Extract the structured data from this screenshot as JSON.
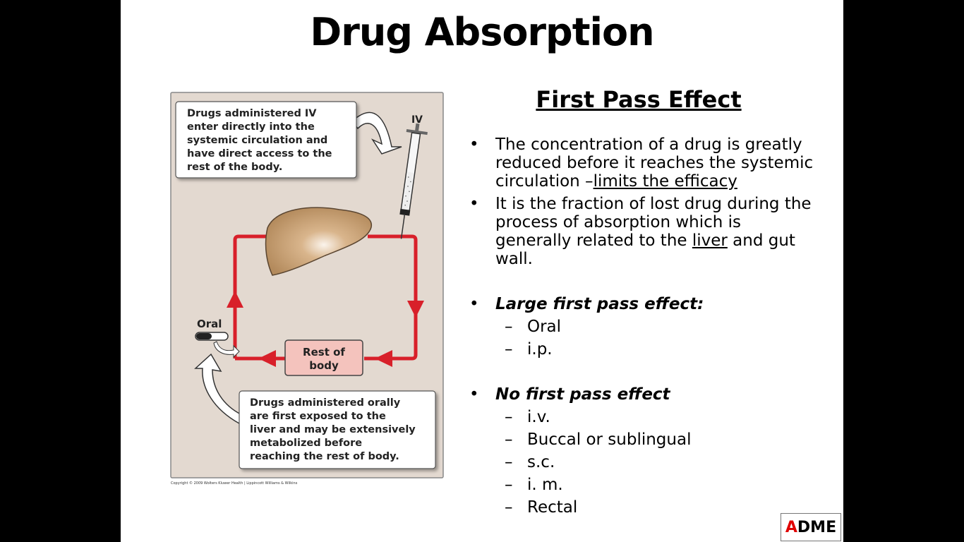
{
  "title": "Drug Absorption",
  "figure": {
    "iv_label": "IV",
    "oral_label": "Oral",
    "iv_callout": [
      "Drugs administered IV",
      "enter directly into the",
      "systemic circulation and",
      "have direct access to the",
      "rest of the body."
    ],
    "rest_of_body": [
      "Rest of",
      "body"
    ],
    "oral_callout": [
      "Drugs administered orally",
      "are first exposed to the",
      "liver and may be extensively",
      "metabolized before",
      "reaching the rest of body."
    ],
    "copyright": "Copyright © 2009 Wolters Kluwer Health | Lippincott Williams & Wilkins",
    "colors": {
      "background": "#e3d9d0",
      "circulation": "#d8202a",
      "liver": "#c19a6b",
      "box": "#f4c3bd"
    }
  },
  "subtitle": "First Pass Effect",
  "bullets": [
    {
      "text_before": "The concentration of a drug is greatly reduced before it reaches the systemic circulation –",
      "underlined": "limits the efficacy"
    },
    {
      "text_before": "It is the fraction of lost drug during the process of absorption which is generally related to the ",
      "underlined": "liver",
      "text_after": " and gut wall."
    }
  ],
  "large_heading": "Large first pass effect:",
  "large_items": [
    "Oral",
    "i.p."
  ],
  "no_heading": "No first pass effect",
  "no_items": [
    "i.v.",
    "Buccal or sublingual",
    "s.c.",
    "i. m.",
    "Rectal"
  ],
  "badge": {
    "first_letter": "A",
    "rest": "DME",
    "accent": "#e00000"
  }
}
